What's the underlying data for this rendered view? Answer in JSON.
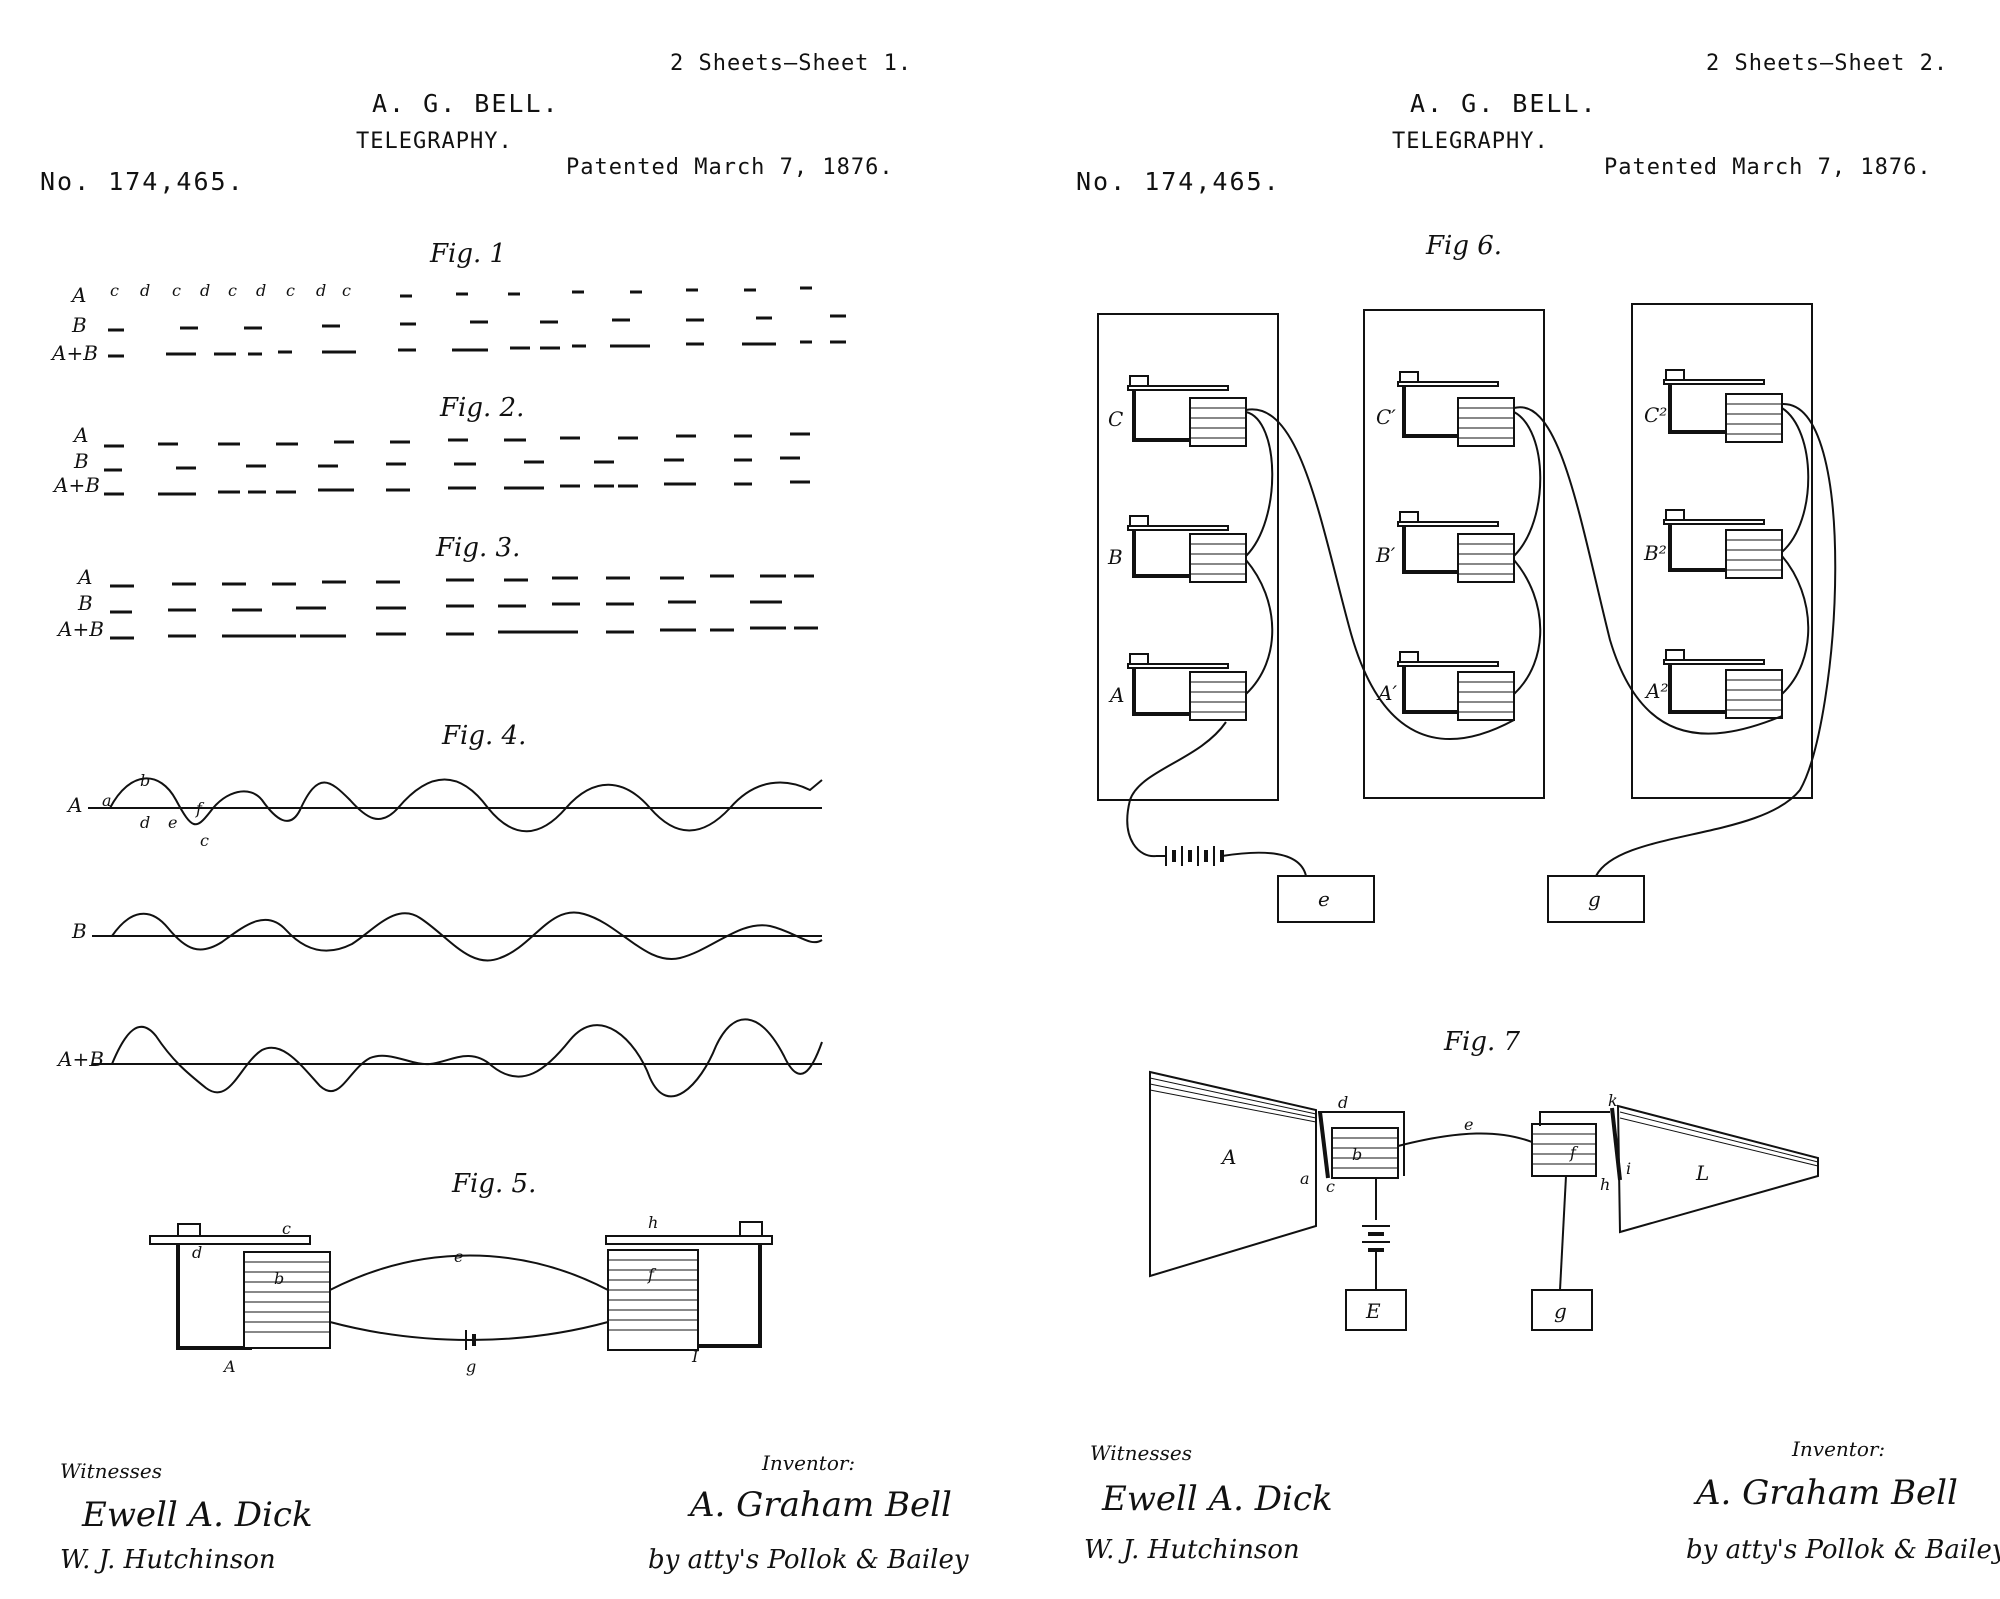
{
  "sheets": [
    {
      "sheet_label": "2 Sheets—Sheet 1.",
      "inventor_name": "A. G. BELL.",
      "subject": "TELEGRAPHY.",
      "patent_number": "No. 174,465.",
      "patented_date": "Patented March 7, 1876.",
      "witnesses_label": "Witnesses",
      "witness_1": "Ewell A. Dick",
      "witness_2": "W. J. Hutchinson",
      "inventor_label": "Inventor:",
      "inventor_signature": "A. Graham Bell",
      "attorneys_signature": "by atty's Pollok & Bailey"
    },
    {
      "sheet_label": "2 Sheets—Sheet 2.",
      "inventor_name": "A. G. BELL.",
      "subject": "TELEGRAPHY.",
      "patent_number": "No. 174,465.",
      "patented_date": "Patented March 7, 1876.",
      "witnesses_label": "Witnesses",
      "witness_1": "Ewell A. Dick",
      "witness_2": "W. J. Hutchinson",
      "inventor_label": "Inventor:",
      "inventor_signature": "A. Graham Bell",
      "attorneys_signature": "by atty's Pollok & Bailey"
    }
  ],
  "figures": {
    "fig1": {
      "label": "Fig. 1",
      "row_labels": [
        "A",
        "B",
        "A+B"
      ],
      "row_a_letters": [
        "c",
        "d",
        "c",
        "d",
        "c",
        "d",
        "c",
        "d",
        "c"
      ]
    },
    "fig2": {
      "label": "Fig. 2.",
      "row_labels": [
        "A",
        "B",
        "A+B"
      ]
    },
    "fig3": {
      "label": "Fig. 3.",
      "row_labels": [
        "A",
        "B",
        "A+B"
      ]
    },
    "fig4": {
      "label": "Fig. 4.",
      "row_labels": [
        "A",
        "B",
        "A+B"
      ],
      "point_labels": [
        "a",
        "b",
        "c",
        "d",
        "e",
        "f"
      ]
    },
    "fig5": {
      "label": "Fig. 5.",
      "labels": [
        "A",
        "I",
        "b",
        "c",
        "d",
        "e",
        "f",
        "g",
        "h"
      ]
    },
    "fig6": {
      "label": "Fig 6.",
      "column_1_labels": [
        "C",
        "B",
        "A"
      ],
      "column_2_labels": [
        "C′",
        "B′",
        "A′"
      ],
      "column_3_labels": [
        "C²",
        "B²",
        "A²"
      ],
      "box_e": "e",
      "box_g": "g"
    },
    "fig7": {
      "label": "Fig. 7",
      "labels": [
        "A",
        "L",
        "a",
        "b",
        "c",
        "d",
        "e",
        "f",
        "h",
        "i",
        "k"
      ],
      "box_E": "E",
      "box_g": "g"
    }
  }
}
